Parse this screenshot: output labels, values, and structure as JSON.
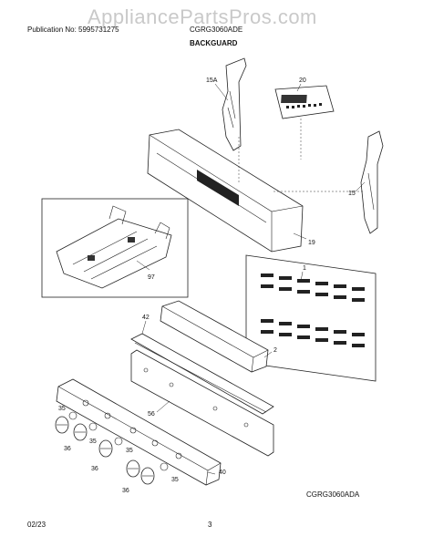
{
  "watermark": "AppliancePartsPros.com",
  "header": {
    "publication": "Publication No: 5995731275",
    "model": "CGRG3060ADE",
    "section": "BACKGUARD"
  },
  "callouts": {
    "p15a": "15A",
    "p20": "20",
    "p15": "15",
    "p19": "19",
    "p1": "1",
    "p97": "97",
    "p42": "42",
    "p2": "2",
    "p56": "56",
    "p35a": "35",
    "p35b": "35",
    "p35c": "35",
    "p35d": "35",
    "p36a": "36",
    "p36b": "36",
    "p36c": "36",
    "p40": "40"
  },
  "diagram_code": "CGRG3060ADA",
  "footer": {
    "date": "02/23",
    "page": "3"
  }
}
